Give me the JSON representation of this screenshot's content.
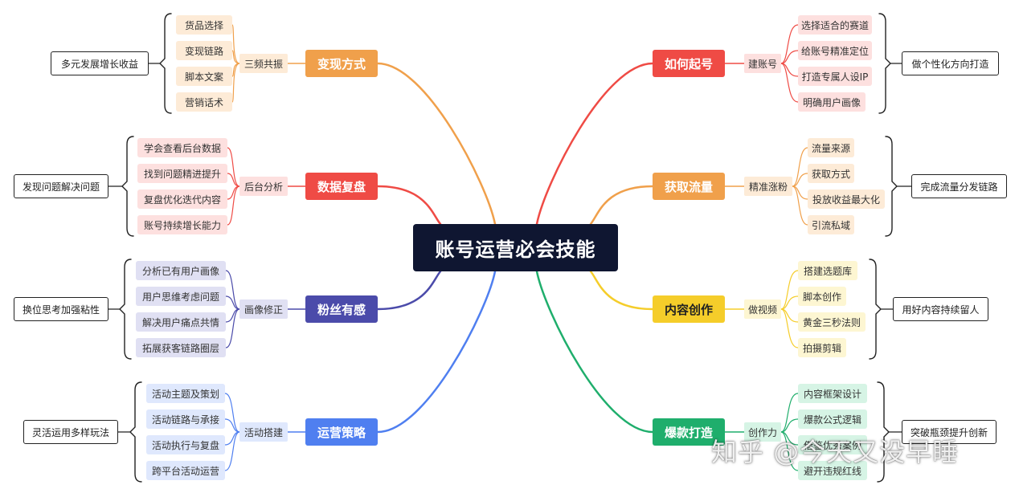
{
  "center": {
    "label": "账号运营必会技能"
  },
  "branches": [
    {
      "id": "monetize",
      "side": "left",
      "label": "变现方式",
      "sub": "三频共振",
      "color": "#f0a04b",
      "light": "#fdebd7",
      "leaves": [
        "货品选择",
        "变现链路",
        "脚本文案",
        "营销话术"
      ],
      "summary": "多元发展增长收益"
    },
    {
      "id": "review",
      "side": "left",
      "label": "数据复盘",
      "sub": "后台分析",
      "color": "#ef4b45",
      "light": "#fde0df",
      "leaves": [
        "学会查看后台数据",
        "找到问题精进提升",
        "复盘优化迭代内容",
        "账号持续增长能力"
      ],
      "summary": "发现问题解决问题"
    },
    {
      "id": "fans",
      "side": "left",
      "label": "粉丝有感",
      "sub": "画像修正",
      "color": "#4b4baa",
      "light": "#e0e0f3",
      "leaves": [
        "分析已有用户画像",
        "用户思维考虑问题",
        "解决用户痛点共情",
        "拓展获客链路圈层"
      ],
      "summary": "换位思考加强粘性"
    },
    {
      "id": "ops",
      "side": "left",
      "label": "运营策略",
      "sub": "活动搭建",
      "color": "#4f7ff0",
      "light": "#dfe8fd",
      "leaves": [
        "活动主题及策划",
        "活动链路与承接",
        "活动执行与复盘",
        "跨平台活动运营"
      ],
      "summary": "灵活运用多样玩法"
    },
    {
      "id": "start",
      "side": "right",
      "label": "如何起号",
      "sub": "建账号",
      "color": "#ef4b45",
      "light": "#fde0df",
      "leaves": [
        "选择适合的赛道",
        "给账号精准定位",
        "打造专属人设IP",
        "明确用户画像"
      ],
      "summary": "做个性化方向打造"
    },
    {
      "id": "traffic",
      "side": "right",
      "label": "获取流量",
      "sub": "精准涨粉",
      "color": "#f0a04b",
      "light": "#fdebd7",
      "leaves": [
        "流量来源",
        "获取方式",
        "投放收益最大化",
        "引流私域"
      ],
      "summary": "完成流量分发链路"
    },
    {
      "id": "content",
      "side": "right",
      "label": "内容创作",
      "sub": "做视频",
      "color": "#f5cd2a",
      "light": "#fdf6d2",
      "leaves": [
        "搭建选题库",
        "脚本创作",
        "黄金三秒法则",
        "拍摄剪辑"
      ],
      "summary": "用好内容持续留人"
    },
    {
      "id": "viral",
      "side": "right",
      "label": "爆款打造",
      "sub": "创作力",
      "color": "#1fae6c",
      "light": "#d6f4e5",
      "leaves": [
        "内容框架设计",
        "爆款公式逻辑",
        "借鉴优秀案例",
        "避开违规红线"
      ],
      "summary": "突破瓶颈提升创新"
    }
  ],
  "watermark": "知乎 @今天又没早睡"
}
